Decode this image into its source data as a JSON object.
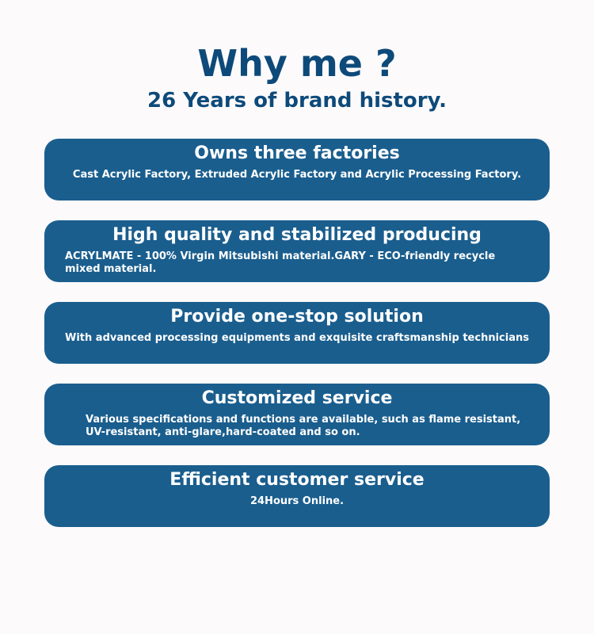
{
  "header": {
    "title": "Why me ?",
    "subtitle": "26 Years of brand history."
  },
  "cards": [
    {
      "title": "Owns three factories",
      "desc": "Cast Acrylic Factory, Extruded Acrylic Factory and Acrylic Processing  Factory."
    },
    {
      "title": "High quality and stabilized producing",
      "desc": "ACRYLMATE - 100% Virgin Mitsubishi material.GARY - ECO-friendly recycle mixed material."
    },
    {
      "title": "Provide one-stop solution",
      "desc": "With advanced processing equipments and exquisite craftsmanship technicians"
    },
    {
      "title": "Customized service",
      "desc": "Various specifications and functions are available, such as flame resistant, UV-resistant, anti-glare,hard-coated and so on."
    },
    {
      "title": "Efficient customer service",
      "desc": "24Hours Online."
    }
  ],
  "colors": {
    "background": "#fcfafb",
    "heading": "#0d4a7a",
    "card": "#1a5e8e",
    "card_text": "#ffffff"
  }
}
